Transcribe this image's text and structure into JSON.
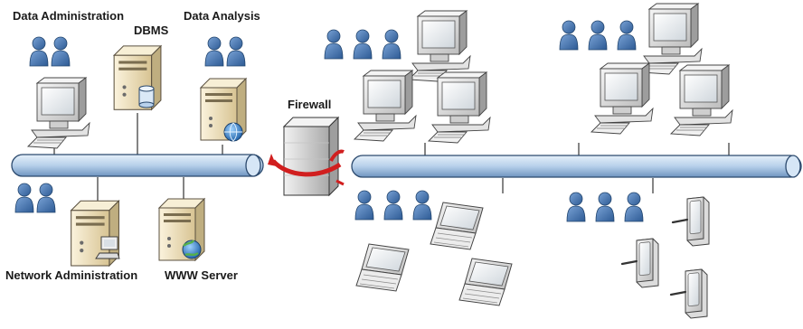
{
  "labels": {
    "data_administration": "Data Administration",
    "dbms": "DBMS",
    "data_analysis": "Data Analysis",
    "firewall": "Firewall",
    "network_administration": "Network Administration",
    "www_server": "WWW Server"
  },
  "icons": [
    "user-icon",
    "server-icon",
    "desktop-computer-icon",
    "laptop-icon",
    "tablet-icon",
    "database-icon",
    "globe-icon",
    "firewall-icon"
  ],
  "colors": {
    "network_pipe": "#bdd7ee",
    "pipe_outline": "#2c4a6e",
    "user": "#3e6fa8",
    "server": "#f0e2bf",
    "firewall_wall": "#cfcfcf",
    "firewall_arrow": "#d11f1f",
    "globe": "#2f7fc1"
  }
}
